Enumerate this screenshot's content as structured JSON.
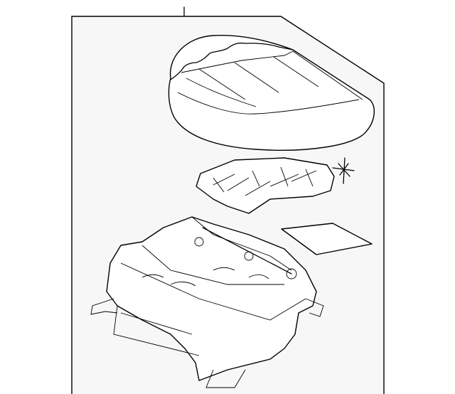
{
  "diagram": {
    "colors": {
      "frame_fill": "#f7f7f7",
      "line": "#000000",
      "part_fill": "#ffffff"
    },
    "parts": [
      "seat-cushion-pad",
      "seat-heater-mat",
      "seat-pad-insert",
      "seat-frame-track-assembly"
    ]
  }
}
